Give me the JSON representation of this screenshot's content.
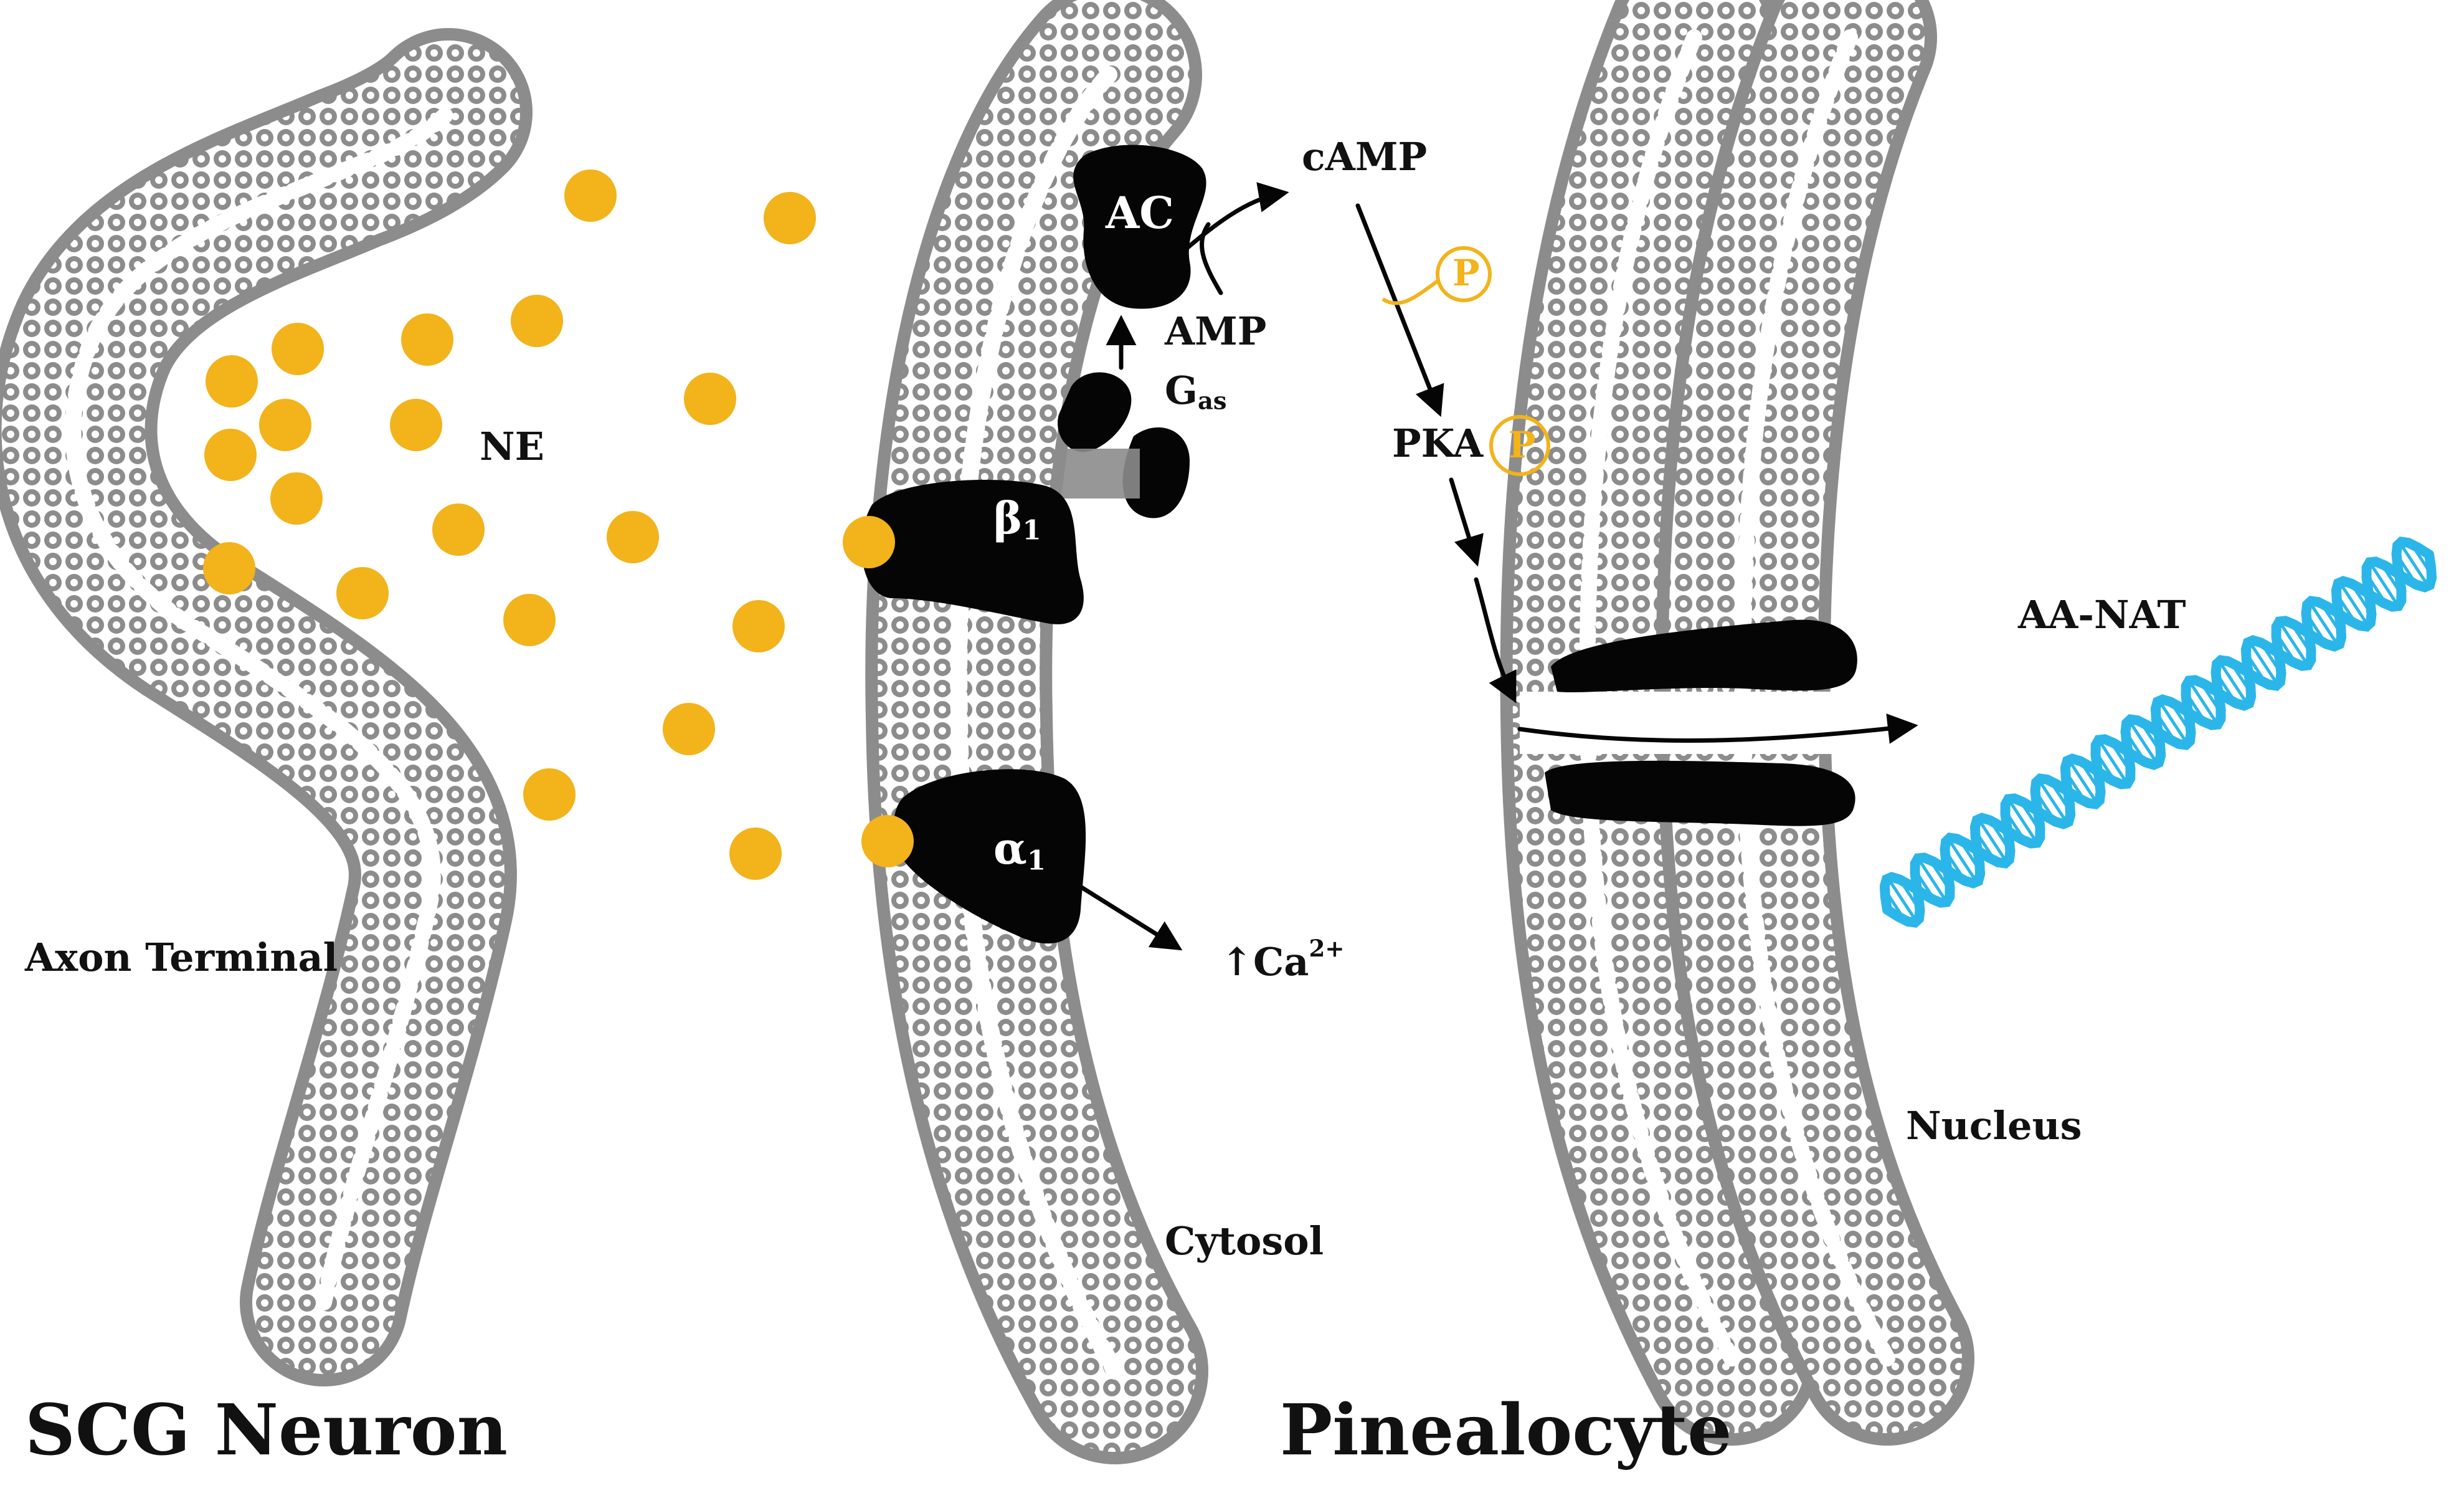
{
  "labels": {
    "ne": "NE",
    "axon_terminal": "Axon Terminal",
    "ac": "AC",
    "camp": "cAMP",
    "amp": "AMP",
    "g_main": "G",
    "g_sub": "as",
    "beta_main": "β",
    "beta_sub": "1",
    "alpha_main": "α",
    "alpha_sub": "1",
    "ca_main": "↑Ca",
    "ca_sup": "2+",
    "pka": "PKA",
    "phospho": "P",
    "aa_nat": "AA-NAT",
    "nucleus": "Nucleus",
    "cytosol": "Cytosol",
    "scg_neuron": "SCG Neuron",
    "pinealocyte": "Pinealocyte"
  },
  "colors": {
    "membrane": "#8c8c8c",
    "neurotransmitter": "#f2b31b",
    "protein": "#050505",
    "dna": "#2bb6ea",
    "text": "#111111"
  },
  "icons": {
    "ne_molecule": "yellow-circle",
    "receptor": "black-blob",
    "dna": "double-helix",
    "phosphate": "circled-p"
  }
}
